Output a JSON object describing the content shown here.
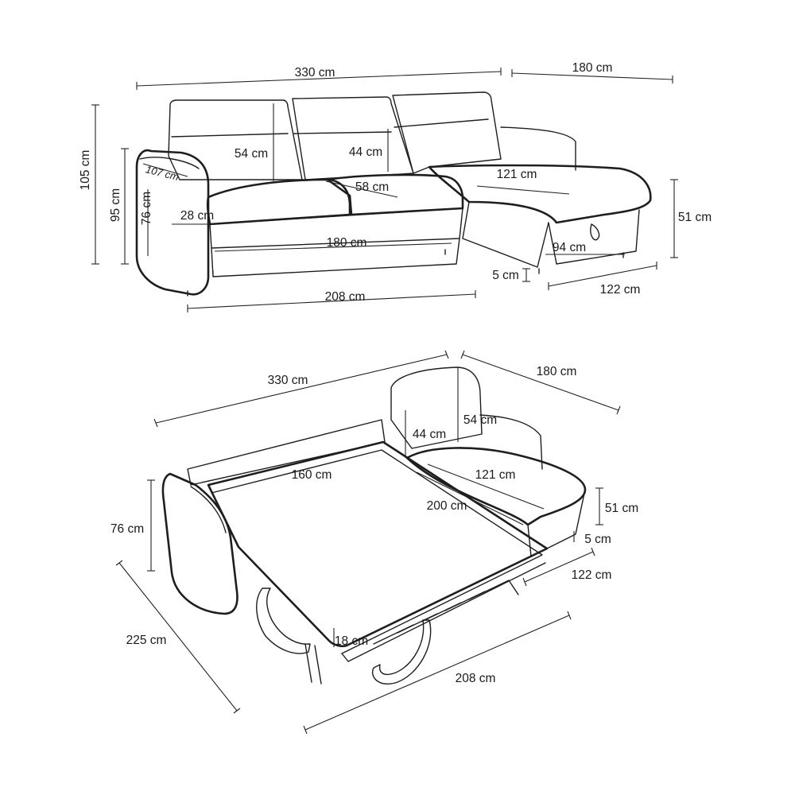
{
  "top_view": {
    "total_length": "330 cm",
    "chaise_length": "180 cm",
    "total_height": "105 cm",
    "arm_height": "95 cm",
    "seat_height": "76 cm",
    "arm_depth": "107 cm",
    "arm_width": "28 cm",
    "backrest_height": "54 cm",
    "backrest_lower": "44 cm",
    "seat_depth": "58 cm",
    "seat_width": "180 cm",
    "base_width": "208 cm",
    "chaise_seat": "121 cm",
    "chaise_height": "51 cm",
    "chaise_storage": "94 cm",
    "leg_height": "5 cm",
    "chaise_width": "122 cm"
  },
  "bed_view": {
    "total_length": "330 cm",
    "chaise_length": "180 cm",
    "backrest_lower": "44 cm",
    "backrest_height": "54 cm",
    "mattress_width": "160 cm",
    "chaise_seat": "121 cm",
    "mattress_length": "200 cm",
    "chaise_height": "51 cm",
    "leg_height": "5 cm",
    "chaise_width": "122 cm",
    "arm_height": "76 cm",
    "bed_depth": "225 cm",
    "mattress_thickness": "18 cm",
    "base_width": "208 cm"
  }
}
